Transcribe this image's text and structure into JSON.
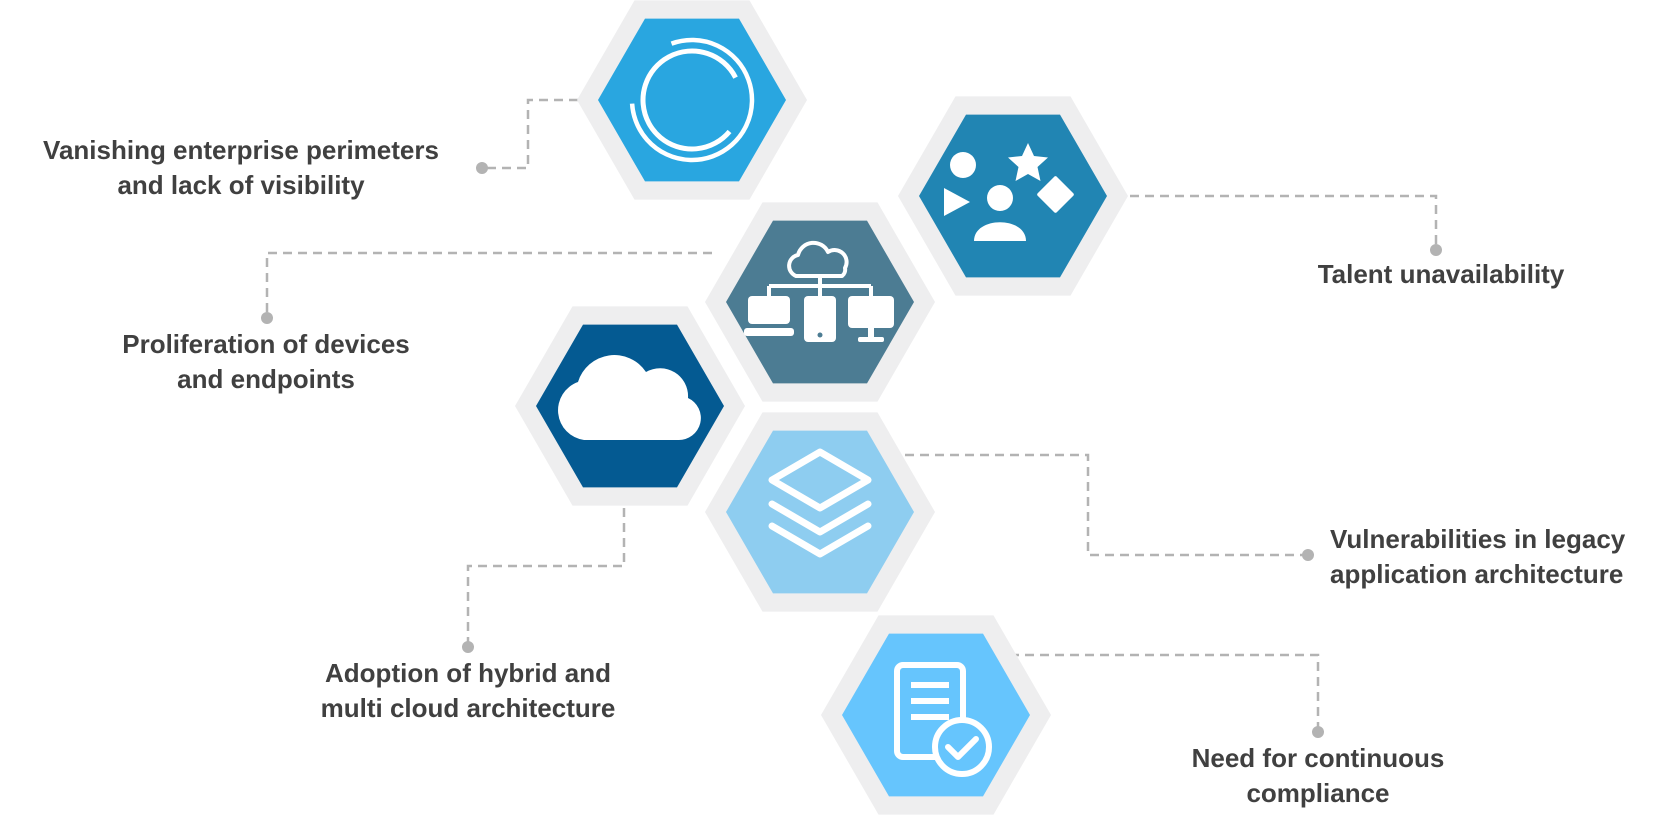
{
  "colors": {
    "hex_border": "#eeeeef",
    "connector": "#b3b3b3",
    "text": "#404040",
    "icon": "#ffffff"
  },
  "hexagons": [
    {
      "name": "hex-visibility",
      "color": "#29a6e0",
      "icon": "circle-rings-icon"
    },
    {
      "name": "hex-talent",
      "color": "#2185b3",
      "icon": "people-shapes-icon"
    },
    {
      "name": "hex-devices",
      "color": "#4c7c93",
      "icon": "cloud-network-devices-icon"
    },
    {
      "name": "hex-cloud",
      "color": "#045a92",
      "icon": "cloud-icon"
    },
    {
      "name": "hex-legacy",
      "color": "#8ecdf0",
      "icon": "layers-icon"
    },
    {
      "name": "hex-compliance",
      "color": "#66c5fd",
      "icon": "document-check-icon"
    }
  ],
  "labels": {
    "visibility": [
      "Vanishing enterprise perimeters",
      "and lack of visibility"
    ],
    "devices": [
      "Proliferation of devices",
      "and endpoints"
    ],
    "cloud": [
      "Adoption of hybrid and",
      "multi cloud architecture"
    ],
    "talent": [
      "Talent unavailability"
    ],
    "legacy": [
      "Vulnerabilities in legacy",
      "application architecture"
    ],
    "compliance": [
      "Need for continuous",
      "compliance"
    ]
  }
}
